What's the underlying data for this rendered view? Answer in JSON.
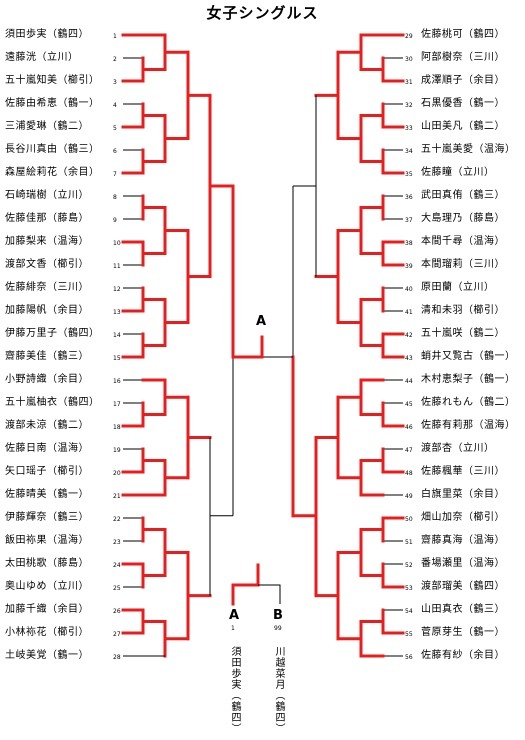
{
  "title": "女子シングルス",
  "left_players": [
    {
      "num": "1",
      "name": "須田歩実（鶴四）"
    },
    {
      "num": "2",
      "name": "遠藤洸（立川）"
    },
    {
      "num": "3",
      "name": "五十嵐知美（櫛引）"
    },
    {
      "num": "4",
      "name": "佐藤由希恵（鶴一）"
    },
    {
      "num": "5",
      "name": "三浦愛琳（鶴二）"
    },
    {
      "num": "6",
      "name": "長谷川真由（鶴三）"
    },
    {
      "num": "7",
      "name": "森屋絵莉花（余目）"
    },
    {
      "num": "8",
      "name": "石崎瑞樹（立川）"
    },
    {
      "num": "9",
      "name": "佐藤佳那（藤島）"
    },
    {
      "num": "10",
      "name": "加藤梨来（温海）"
    },
    {
      "num": "11",
      "name": "渡部文香（櫛引）"
    },
    {
      "num": "12",
      "name": "佐藤緋奈（三川）"
    },
    {
      "num": "13",
      "name": "加藤陽帆（余目）"
    },
    {
      "num": "14",
      "name": "伊藤万里子（鶴四）"
    },
    {
      "num": "15",
      "name": "齋藤美佳（鶴三）"
    },
    {
      "num": "16",
      "name": "小野詩織（余目）"
    },
    {
      "num": "17",
      "name": "五十嵐柚衣（鶴四）"
    },
    {
      "num": "18",
      "name": "渡部未涼（鶴二）"
    },
    {
      "num": "19",
      "name": "佐藤日南（温海）"
    },
    {
      "num": "20",
      "name": "矢口瑶子（櫛引）"
    },
    {
      "num": "21",
      "name": "佐藤晴美（鶴一）"
    },
    {
      "num": "22",
      "name": "伊藤輝奈（鶴三）"
    },
    {
      "num": "23",
      "name": "飯田袮果（温海）"
    },
    {
      "num": "24",
      "name": "太田桃歌（藤島）"
    },
    {
      "num": "25",
      "name": "奥山ゆめ（立川）"
    },
    {
      "num": "26",
      "name": "加藤千織（余目）"
    },
    {
      "num": "27",
      "name": "小林袮花（櫛引）"
    },
    {
      "num": "28",
      "name": "土岐美覚（鶴一）"
    }
  ],
  "right_players": [
    {
      "num": "29",
      "name": "佐藤桃可（鶴四）"
    },
    {
      "num": "30",
      "name": "阿部樹奈（三川）"
    },
    {
      "num": "31",
      "name": "成澤順子（余目）"
    },
    {
      "num": "32",
      "name": "石黒優香（鶴一）"
    },
    {
      "num": "33",
      "name": "山田美凡（鶴二）"
    },
    {
      "num": "34",
      "name": "五十嵐美愛（温海）"
    },
    {
      "num": "35",
      "name": "佐藤瞳（立川）"
    },
    {
      "num": "36",
      "name": "武田真侑（鶴三）"
    },
    {
      "num": "37",
      "name": "大島理乃（藤島）"
    },
    {
      "num": "38",
      "name": "本間千尋（温海）"
    },
    {
      "num": "39",
      "name": "本間瑠莉（三川）"
    },
    {
      "num": "40",
      "name": "原田蘭（立川）"
    },
    {
      "num": "41",
      "name": "清和未羽（櫛引）"
    },
    {
      "num": "42",
      "name": "五十嵐咲（鶴二）"
    },
    {
      "num": "43",
      "name": "蛸井又覧古（鶴一）"
    },
    {
      "num": "44",
      "name": "木村恵梨子（鶴一）"
    },
    {
      "num": "45",
      "name": "佐藤れもん（鶴二）"
    },
    {
      "num": "46",
      "name": "佐藤有莉那（温海）"
    },
    {
      "num": "47",
      "name": "渡部杏（立川）"
    },
    {
      "num": "48",
      "name": "佐藤楓華（三川）"
    },
    {
      "num": "49",
      "name": "白旗里菜（余目）"
    },
    {
      "num": "50",
      "name": "畑山加奈（櫛引）"
    },
    {
      "num": "51",
      "name": "齋藤真海（温海）"
    },
    {
      "num": "52",
      "name": "番場瀬里（温海）"
    },
    {
      "num": "53",
      "name": "渡部瑠美（鶴四）"
    },
    {
      "num": "54",
      "name": "山田真衣（鶴三）"
    },
    {
      "num": "55",
      "name": "菅原芽生（鶴一）"
    },
    {
      "num": "56",
      "name": "佐藤有紗（余目）"
    }
  ],
  "final": {
    "block_label": "A",
    "left_label": "A",
    "right_label": "B",
    "left_seed": "1",
    "right_seed": "99",
    "left_name": "須田歩実（鶴四）",
    "right_name": "川越菜月（鶴四）"
  },
  "colors": {
    "winner_line": "#ea1c1c",
    "line": "#000000"
  }
}
